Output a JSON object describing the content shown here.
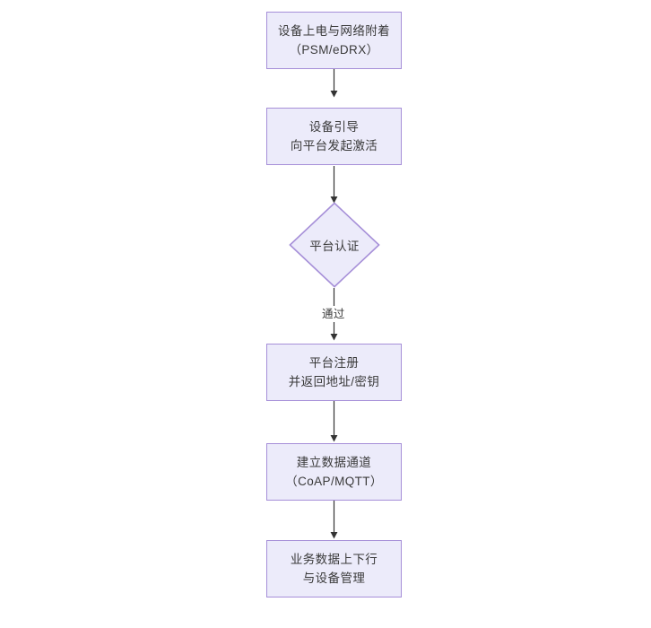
{
  "diagram": {
    "type": "flowchart",
    "orientation": "top-to-bottom",
    "background_color": "#ffffff",
    "node_fill_color": "#ecebfa",
    "node_border_color": "#a68fd8",
    "connector_color": "#333333",
    "text_color": "#3a3a3a",
    "nodes": [
      {
        "id": "n1",
        "shape": "rectangle",
        "line1": "设备上电与网络附着",
        "line2": "（PSM/eDRX）"
      },
      {
        "id": "n2",
        "shape": "rectangle",
        "line1": "设备引导",
        "line2": "向平台发起激活"
      },
      {
        "id": "n3",
        "shape": "diamond",
        "line1": "平台认证",
        "line2": ""
      },
      {
        "id": "n4",
        "shape": "rectangle",
        "line1": "平台注册",
        "line2": "并返回地址/密钥"
      },
      {
        "id": "n5",
        "shape": "rectangle",
        "line1": "建立数据通道",
        "line2": "（CoAP/MQTT）"
      },
      {
        "id": "n6",
        "shape": "rectangle",
        "line1": "业务数据上下行",
        "line2": "与设备管理"
      }
    ],
    "edges": [
      {
        "from": "n1",
        "to": "n2",
        "label": ""
      },
      {
        "from": "n2",
        "to": "n3",
        "label": ""
      },
      {
        "from": "n3",
        "to": "n4",
        "label": "通过"
      },
      {
        "from": "n4",
        "to": "n5",
        "label": ""
      },
      {
        "from": "n5",
        "to": "n6",
        "label": ""
      }
    ]
  }
}
